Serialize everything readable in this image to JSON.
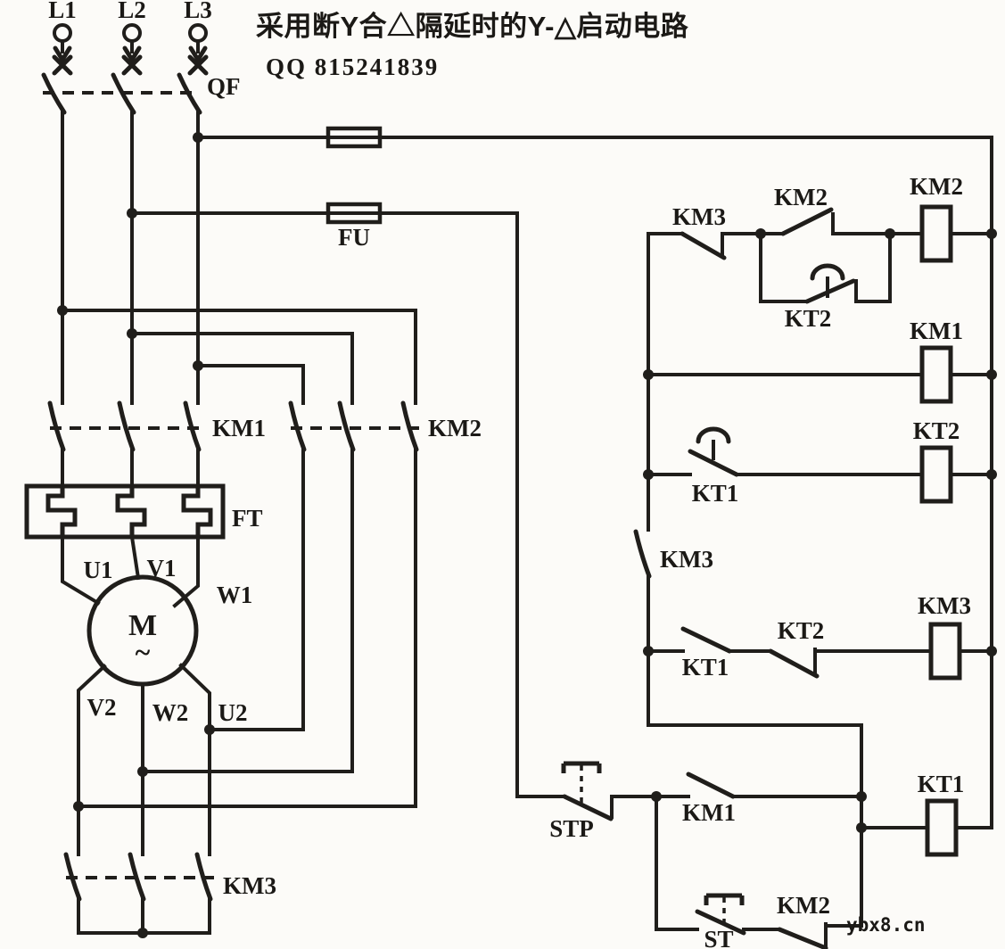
{
  "title": "采用断Y合△隔延时的Y-△启动电路",
  "subtitle": "QQ 815241839",
  "watermark": "ybx8.cn",
  "colors": {
    "ink": "#201e1b",
    "paper": "#fcfbf8"
  },
  "power": {
    "supply": [
      "L1",
      "L2",
      "L3"
    ],
    "breaker": "QF",
    "fuse": "FU",
    "contactor_main": "KM1",
    "contactor_delta": "KM2",
    "contactor_star": "KM3",
    "thermal_relay": "FT",
    "motor": {
      "letter": "M",
      "wave": "~"
    },
    "terminals_top": [
      "U1",
      "V1",
      "W1"
    ],
    "terminals_bottom": [
      "V2",
      "W2",
      "U2"
    ]
  },
  "control": {
    "km3_nc_contact": "KM3",
    "km2_no_contact": "KM2",
    "kt2_delay_contact": "KT2",
    "km2_coil": "KM2",
    "km1_coil": "KM1",
    "kt1_delay_contact": "KT1",
    "kt2_coil": "KT2",
    "km3_no_contact": "KM3",
    "kt1_no_contact": "KT1",
    "kt2_nc_contact": "KT2",
    "km3_coil": "KM3",
    "stop_button": "STP",
    "km1_no_contact": "KM1",
    "kt1_coil": "KT1",
    "start_button": "ST",
    "km2_nc_contact": "KM2"
  }
}
